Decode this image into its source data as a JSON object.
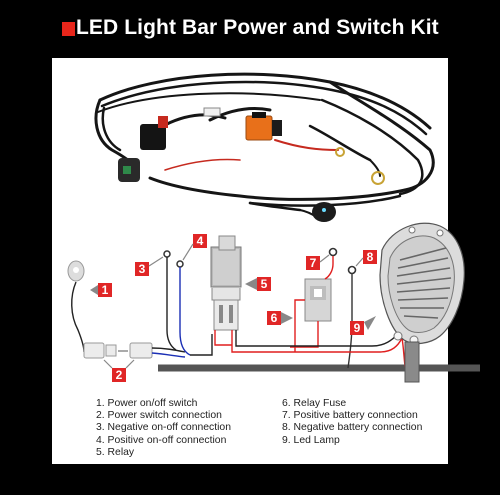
{
  "title": "LED Light Bar Power and Switch Kit",
  "colors": {
    "accent_red": "#e8261b",
    "background": "#000000",
    "panel": "#ffffff",
    "wire": "#1a1a1a"
  },
  "callouts": [
    "1",
    "2",
    "3",
    "4",
    "5",
    "6",
    "7",
    "8",
    "9"
  ],
  "legend_left": [
    "1. Power on/off switch",
    "2. Power switch connection",
    "3. Negative on-off connection",
    "4. Positive on-off connection",
    "5. Relay"
  ],
  "legend_right": [
    "6. Relay Fuse",
    "7. Positive battery connection",
    "8. Negative battery connection",
    "9. Led Lamp"
  ]
}
